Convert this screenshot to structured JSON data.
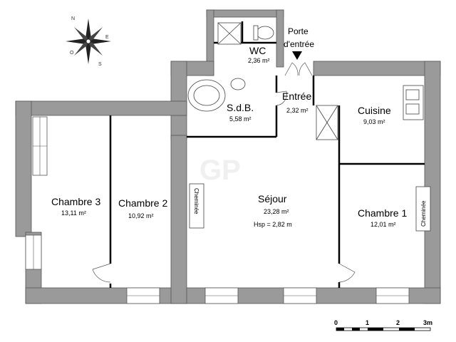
{
  "colors": {
    "wall": "#9a9a9a",
    "wall_stroke": "#555555",
    "background": "#ffffff",
    "line": "#000000"
  },
  "compass": {
    "n": "N",
    "e": "E",
    "s": "S",
    "o": "O"
  },
  "entrance": {
    "line1": "Porte",
    "line2": "d'entrée"
  },
  "watermark": "GP",
  "rooms": {
    "wc": {
      "name": "WC",
      "area": "2,36 m²"
    },
    "sdb": {
      "name": "S.d.B.",
      "area": "5,58 m²"
    },
    "entree": {
      "name": "Entrée",
      "area": "2,32 m²"
    },
    "cuisine": {
      "name": "Cuisine",
      "area": "9,03 m²"
    },
    "chambre3": {
      "name": "Chambre 3",
      "area": "13,11 m²"
    },
    "chambre2": {
      "name": "Chambre 2",
      "area": "10,92 m²"
    },
    "sejour": {
      "name": "Séjour",
      "area": "23,28 m²",
      "height": "Hsp = 2,82 m"
    },
    "chambre1": {
      "name": "Chambre 1",
      "area": "12,01 m²"
    }
  },
  "fireplaces": {
    "sejour": "Cheminée",
    "chambre1": "Cheminée"
  },
  "scale": {
    "ticks": [
      "0",
      "1",
      "2",
      "3m"
    ]
  }
}
